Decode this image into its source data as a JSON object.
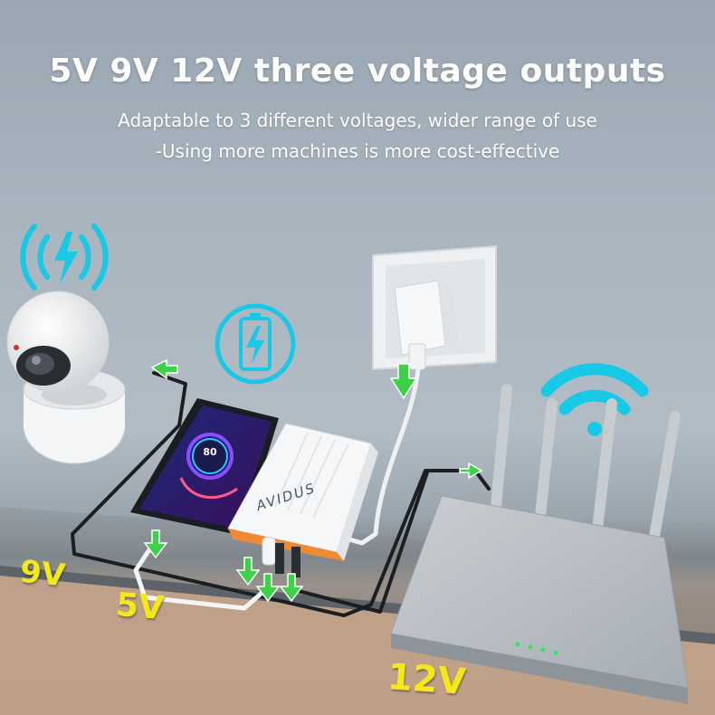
{
  "heading": {
    "title": "5V 9V 12V three voltage outputs",
    "line1": "Adaptable to 3 different voltages, wider range of use",
    "line2": "-Using more machines is more cost-effective"
  },
  "labels": {
    "v9": "9V",
    "v5": "5V",
    "v12": "12V"
  },
  "phone": {
    "battery_readout": "80"
  },
  "power_bank": {
    "brand": "AVIDUS"
  },
  "icons": {
    "signal": "signal-waves-bolt-icon",
    "battery": "battery-charging-icon",
    "wifi": "wifi-icon",
    "arrow": "green-charge-arrow-icon"
  },
  "colors": {
    "voltage_label": "#f4e81a",
    "icon_cyan": "#17c9e6",
    "arrow_green": "#3dd14a"
  }
}
